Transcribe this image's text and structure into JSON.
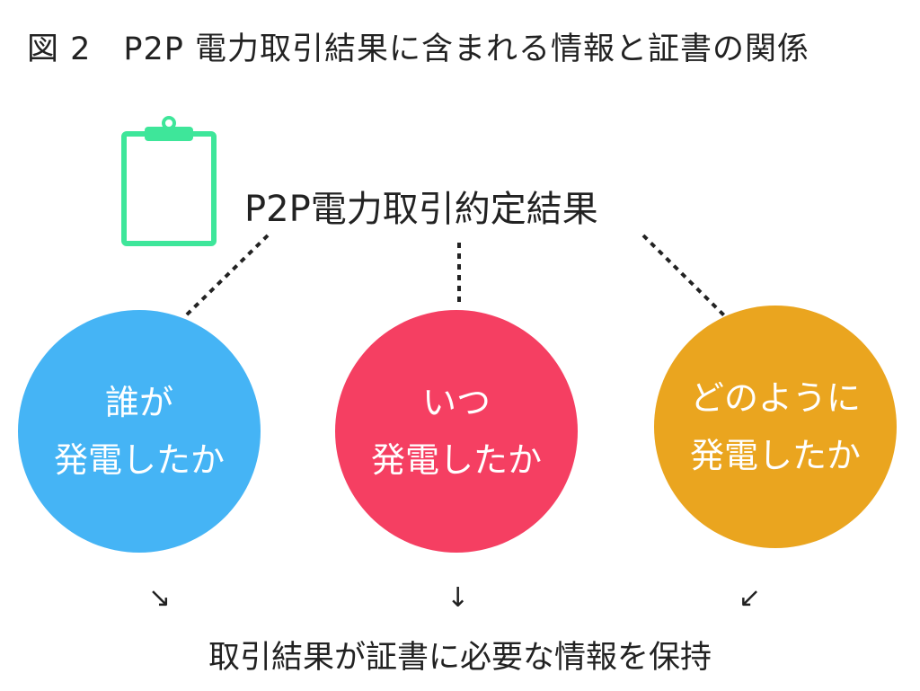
{
  "title": "図 2　P2P 電力取引結果に含まれる情報と証書の関係",
  "subtitle": "P2P電力取引約定結果",
  "colors": {
    "clipboard": "#3ee69a",
    "circle_blue": "#45b4f5",
    "circle_red": "#f53f62",
    "circle_orange": "#eaa51f",
    "connector": "#222222"
  },
  "icons": {
    "clipboard": "clipboard-icon"
  },
  "circles": [
    {
      "line1": "誰が",
      "line2": "発電したか"
    },
    {
      "line1": "いつ",
      "line2": "発電したか"
    },
    {
      "line1": "どのように",
      "line2": "発電したか"
    }
  ],
  "arrows": [
    "↘",
    "↓",
    "↙"
  ],
  "footer": "取引結果が証書に必要な情報を保持"
}
